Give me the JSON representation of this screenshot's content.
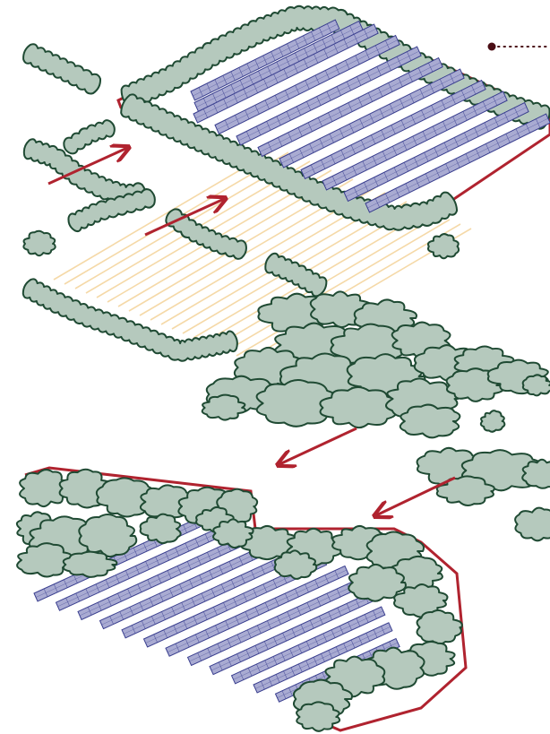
{
  "diagram": {
    "background": "#ffffff",
    "colors": {
      "tree_fill": "#b5c9bd",
      "tree_stroke": "#1f4a33",
      "boundary": "#b0232f",
      "panel_fill": "#a9abd2",
      "panel_stroke": "#3a3f8f",
      "arrow": "#b0232f",
      "furrow": "#f5d9a8",
      "marker": "#4a0d14"
    },
    "icons": {
      "callout": "dot-leader",
      "arrows": "arrow-icon",
      "trees": "tree-canopy-icon",
      "panels": "solar-panel-icon"
    },
    "layers": [
      {
        "id": "upper-solar-array",
        "kind": "solar panels ringed by hedges",
        "panel_rows": 11
      },
      {
        "id": "plowed-field",
        "kind": "field furrows",
        "furrow_lines": 19
      },
      {
        "id": "woodland",
        "kind": "tree clusters"
      },
      {
        "id": "lower-solar-array",
        "kind": "solar panels ringed by hedges",
        "panel_rows": 12
      }
    ],
    "arrows": [
      {
        "id": "arrow-1",
        "direction": "up-right"
      },
      {
        "id": "arrow-2",
        "direction": "up-right"
      },
      {
        "id": "arrow-3",
        "direction": "down-left"
      },
      {
        "id": "arrow-4",
        "direction": "down-left"
      }
    ]
  }
}
